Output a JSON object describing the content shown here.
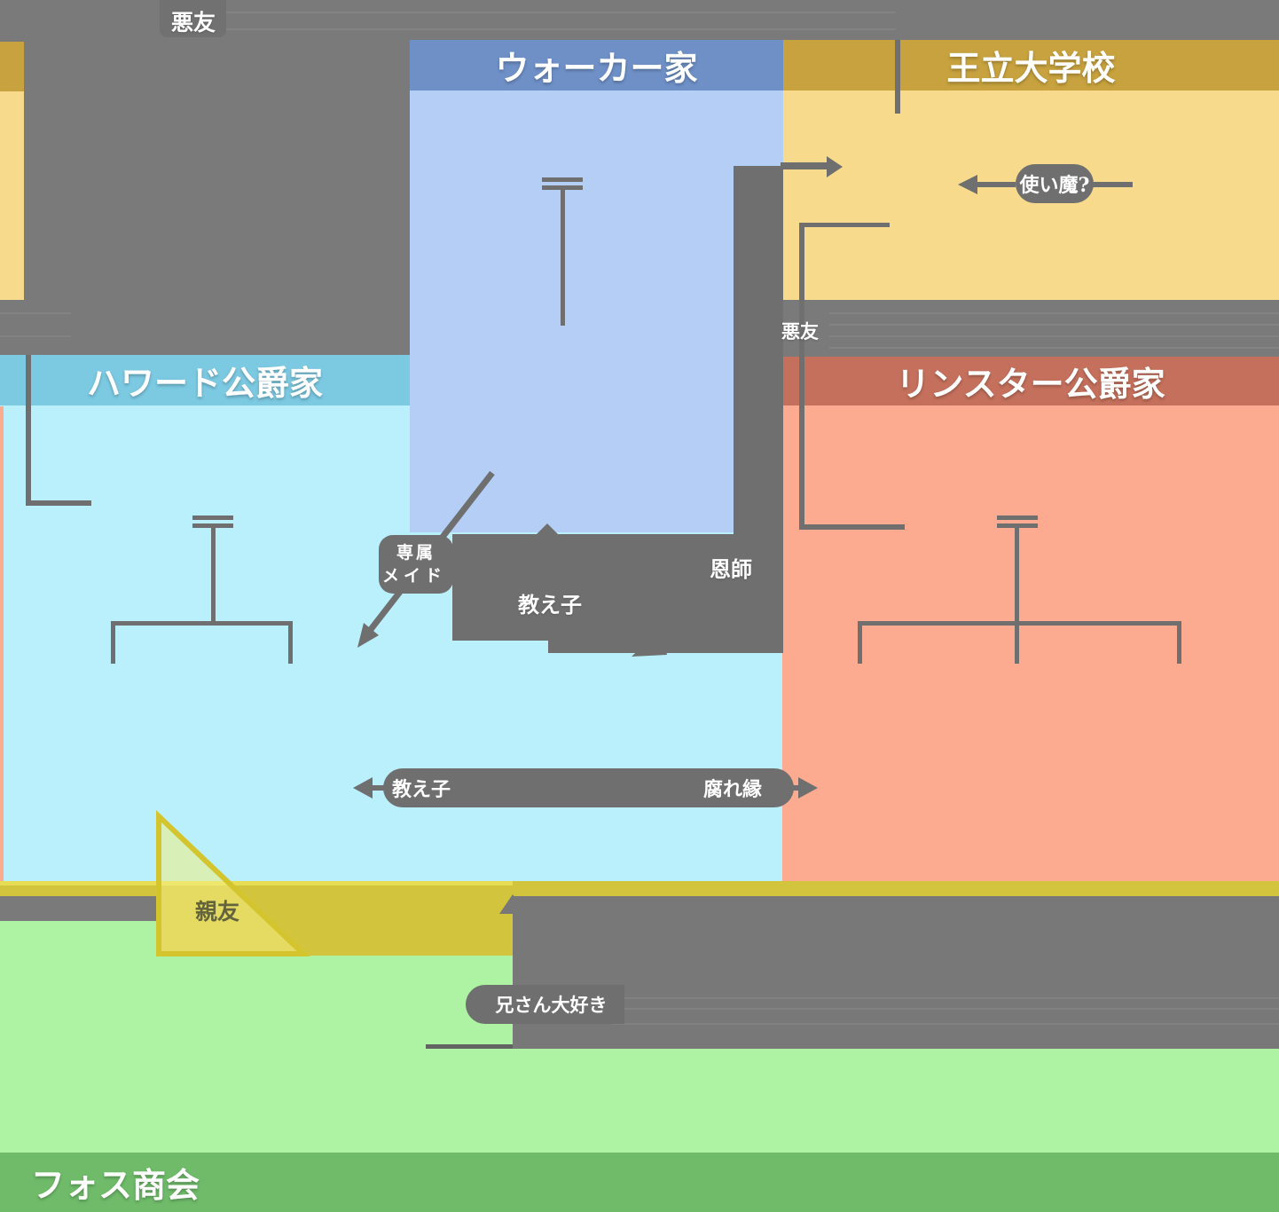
{
  "diagram_title": "character relationship chart",
  "sections": {
    "walker": {
      "title": "ウォーカー家"
    },
    "university": {
      "title": "王立大学校"
    },
    "howard": {
      "title": "ハワード公爵家"
    },
    "linster": {
      "title": "リンスター公爵家"
    },
    "foss": {
      "title": "フォス商会"
    }
  },
  "labels": {
    "top_bad_friend": "悪友",
    "familiar": "使い魔?",
    "mid_bad_friend": "悪友",
    "exclusive_maid_line1": "専属",
    "exclusive_maid_line2": "メイド",
    "mentor": "恩師",
    "student_center": "教え子",
    "student_bottom": "教え子",
    "fated_bond": "腐れ縁",
    "best_friend": "親友",
    "brother_love": "兄さん大好き"
  },
  "colors": {
    "background_gray": "#7a7a7a",
    "connector_gray": "#6f6f6f",
    "bottom_overlay_gray": "#787878",
    "walker_header": "#6e90c7",
    "walker_body": "#b5cef6",
    "university_header": "#c7a23e",
    "university_body": "#f8da8c",
    "howard_header": "#7cc9e2",
    "howard_body": "#b9f0fb",
    "linster_header": "#c4705c",
    "linster_body": "#fcab90",
    "foss_header": "#6fbb6a",
    "foss_body": "#aef2a4",
    "olive_band": "#d2c43c",
    "triangle_fill": "#f4ee82",
    "triangle_border": "#d4c52f",
    "best_friend_text": "#63633c"
  }
}
